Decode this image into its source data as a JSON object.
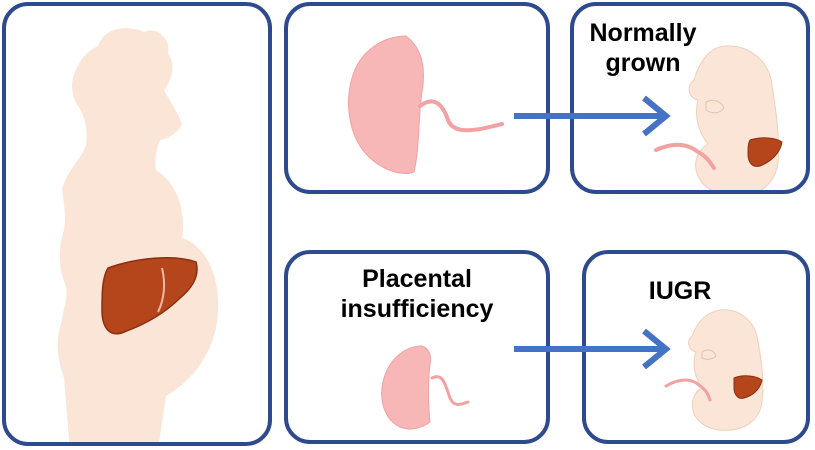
{
  "labels": {
    "normal": [
      "Normally",
      "grown"
    ],
    "insufficiency": [
      "Placental",
      "insufficiency"
    ],
    "iugr": "IUGR"
  },
  "colors": {
    "border": "#2e4a8f",
    "arrow": "#4472c4",
    "skin": "#fbe5d6",
    "placenta": "#f7b7b7",
    "liver": "#b5451b"
  }
}
